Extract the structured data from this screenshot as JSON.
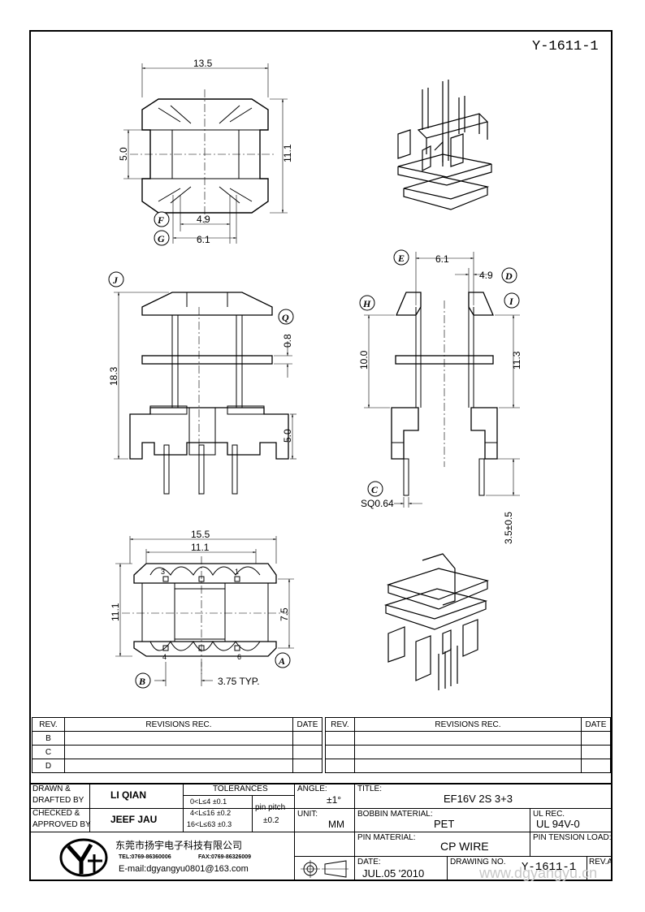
{
  "drawing_number_top": "Y-1611-1",
  "dims": {
    "top_width": "13.5",
    "top_height": "11.1",
    "top_slot": "5.0",
    "f_dim": "4.9",
    "g_dim": "6.1",
    "side_height": "18.3",
    "side_08": "0.8",
    "side_50": "5.0",
    "right_61": "6.1",
    "right_49": "4.9",
    "right_100": "10.0",
    "right_113": "11.3",
    "pin_sq": "SQ0.64",
    "pin_len": "3.5±0.5",
    "bot_155": "15.5",
    "bot_111w": "11.1",
    "bot_111h": "11.1",
    "bot_75": "7.5",
    "bot_pitch": "3.75 TYP."
  },
  "callouts": {
    "F": "F",
    "G": "G",
    "J": "J",
    "Q": "Q",
    "E": "E",
    "D": "D",
    "H": "H",
    "I": "I",
    "C": "C",
    "A": "A",
    "B": "B"
  },
  "pin_numbers": {
    "p1": "1",
    "p3": "3",
    "p4": "4",
    "p6": "6"
  },
  "revisions": {
    "rev_header": "REV.",
    "rec_header": "REVISIONS   REC.",
    "date_header": "DATE",
    "rows": [
      "B",
      "C",
      "D"
    ]
  },
  "title_block": {
    "drawn_label_1": "DRAWN &",
    "drawn_label_2": "DRAFTED BY",
    "drawn_name": "LI QIAN",
    "checked_label_1": "CHECKED &",
    "checked_label_2": "APPROVED BY",
    "checked_name": "JEEF JAU",
    "tolerances_label": "TOLERANCES",
    "tol_1": "0<L≤4   ±0.1",
    "tol_2": "4<L≤16  ±0.2",
    "tol_3": "16<L≤63 ±0.3",
    "pin_pitch_label": "pin pitch",
    "pin_pitch_value": "±0.2",
    "angle_label": "ANGLE:",
    "angle_value": "±1°",
    "unit_label": "UNIT:",
    "unit_value": "MM",
    "title_label": "TITLE:",
    "title_value": "EF16V 2S 3+3",
    "bobbin_label": "BOBBIN MATERIAL:",
    "bobbin_value": "PET",
    "ul_label": "UL REC.",
    "ul_value": "UL 94V-0",
    "pin_material_label": "PIN MATERIAL:",
    "pin_material_value": "CP WIRE",
    "pin_tension_label": "PIN TENSION LOAD:",
    "date_label": "DATE:",
    "date_value": "JUL.05 '2010",
    "drawing_no_label": "DRAWING NO.",
    "drawing_no_value": "Y-1611-1",
    "rev_label": "REV.A",
    "company_cn": "东莞市扬宇电子科技有限公司",
    "tel": "TEL:0769-86360006",
    "fax": "FAX:0769-86326009",
    "email": "E-mail:dgyangyu0801@163.com",
    "watermark": "www.dgyangyu.cn"
  }
}
